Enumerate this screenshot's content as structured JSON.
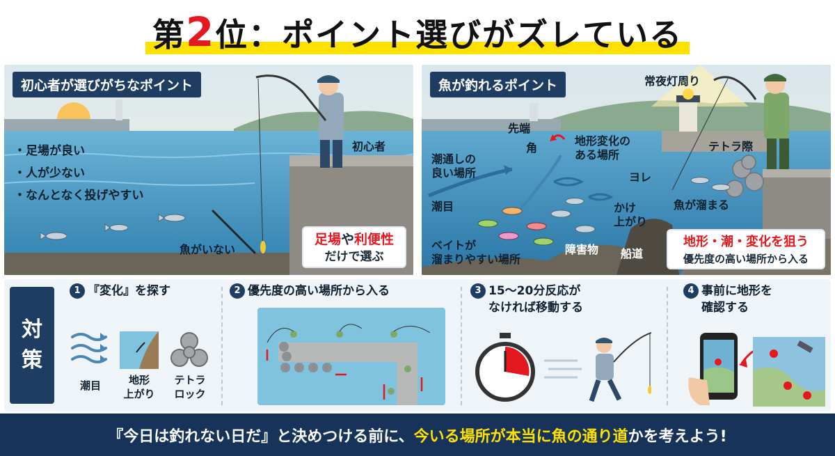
{
  "title": {
    "prefix": "第",
    "rank": "2",
    "suffix": "位：ポイント選びがズレている"
  },
  "left_panel": {
    "tag": "初心者が選びがちなポイント",
    "bullets": [
      "・足場が良い",
      "・人が少ない",
      "・なんとなく投げやすい"
    ],
    "angler_label": "初心者",
    "no_fish_label": "魚がいない",
    "note_part1": "足場",
    "note_part2": "や",
    "note_part3": "利便性",
    "note_line2": "だけで選ぶ"
  },
  "right_panel": {
    "tag": "魚が釣れるポイント",
    "light_label": "常夜灯周り",
    "tip_label": "先端",
    "corner_label": "角",
    "terrain_label_1": "地形変化の",
    "terrain_label_2": "ある場所",
    "tetra_label": "テトラ際",
    "current_label_1": "潮通しの",
    "current_label_2": "良い場所",
    "yore_label": "ヨレ",
    "shiome_label": "潮目",
    "kakeagari_label_1": "かけ",
    "kakeagari_label_2": "上がり",
    "gather_label": "魚が溜まる",
    "bait_label_1": "ベイトが",
    "bait_label_2": "溜まりやすい場所",
    "obstacle_label": "障害物",
    "channel_label": "船道",
    "note_line1": "地形・潮・変化を狙う",
    "note_line2": "優先度の高い場所から入る"
  },
  "counter": {
    "head_1": "対",
    "head_2": "策",
    "items": [
      {
        "num": "1",
        "title": "『変化』を探す",
        "labels": [
          "潮目",
          "地形\n上がり",
          "テトラ\nロック"
        ]
      },
      {
        "num": "2",
        "title": "優先度の高い場所から入る"
      },
      {
        "num": "3",
        "title": "15〜20分反応が",
        "title_2": "なければ移動する"
      },
      {
        "num": "4",
        "title": "事前に地形を",
        "title_2": "確認する"
      }
    ]
  },
  "banner": {
    "part1": "『今日は釣れない日だ』と決めつける前に、",
    "part2": "今いる場所が本当に魚の通り道",
    "part3": "かを考えよう!"
  },
  "colors": {
    "navy": "#1f3d63",
    "accent_red": "#e4181f",
    "highlight_yellow": "#ffe100",
    "sea": "#5fa9cf"
  }
}
